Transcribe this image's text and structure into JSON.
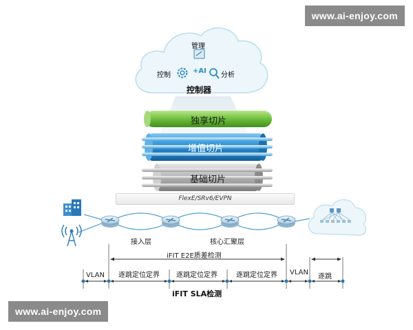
{
  "watermark_top": "www.ai-enjoy.com",
  "watermark_bottom": "www.ai-enjoy.com",
  "controller": {
    "manage": "管理",
    "control": "控制",
    "ai": "+AI",
    "analyze": "分析",
    "title": "控制器"
  },
  "slices": {
    "exclusive": "独享切片",
    "value_added": "增值切片",
    "basic": "基础切片",
    "transport": "FlexE/SRv6/EVPN"
  },
  "network": {
    "access_layer": "接入层",
    "core_layer": "核心汇聚层"
  },
  "measurement": {
    "e2e": "iFIT E2E质差检测",
    "vlan_left": "VLAN",
    "seg1": "逐跳定位定界",
    "seg2": "逐跳定位定界",
    "seg3": "逐跳定位定界",
    "vlan_right": "VLAN",
    "hop": "逐跳",
    "sla": "iFIT SLA检测"
  },
  "colors": {
    "exclusive": "#7cc44a",
    "value_added": "#2a8fd6",
    "basic": "#a8a8a8",
    "cloud": "#e9f4fa",
    "link": "#4a9fd0"
  }
}
